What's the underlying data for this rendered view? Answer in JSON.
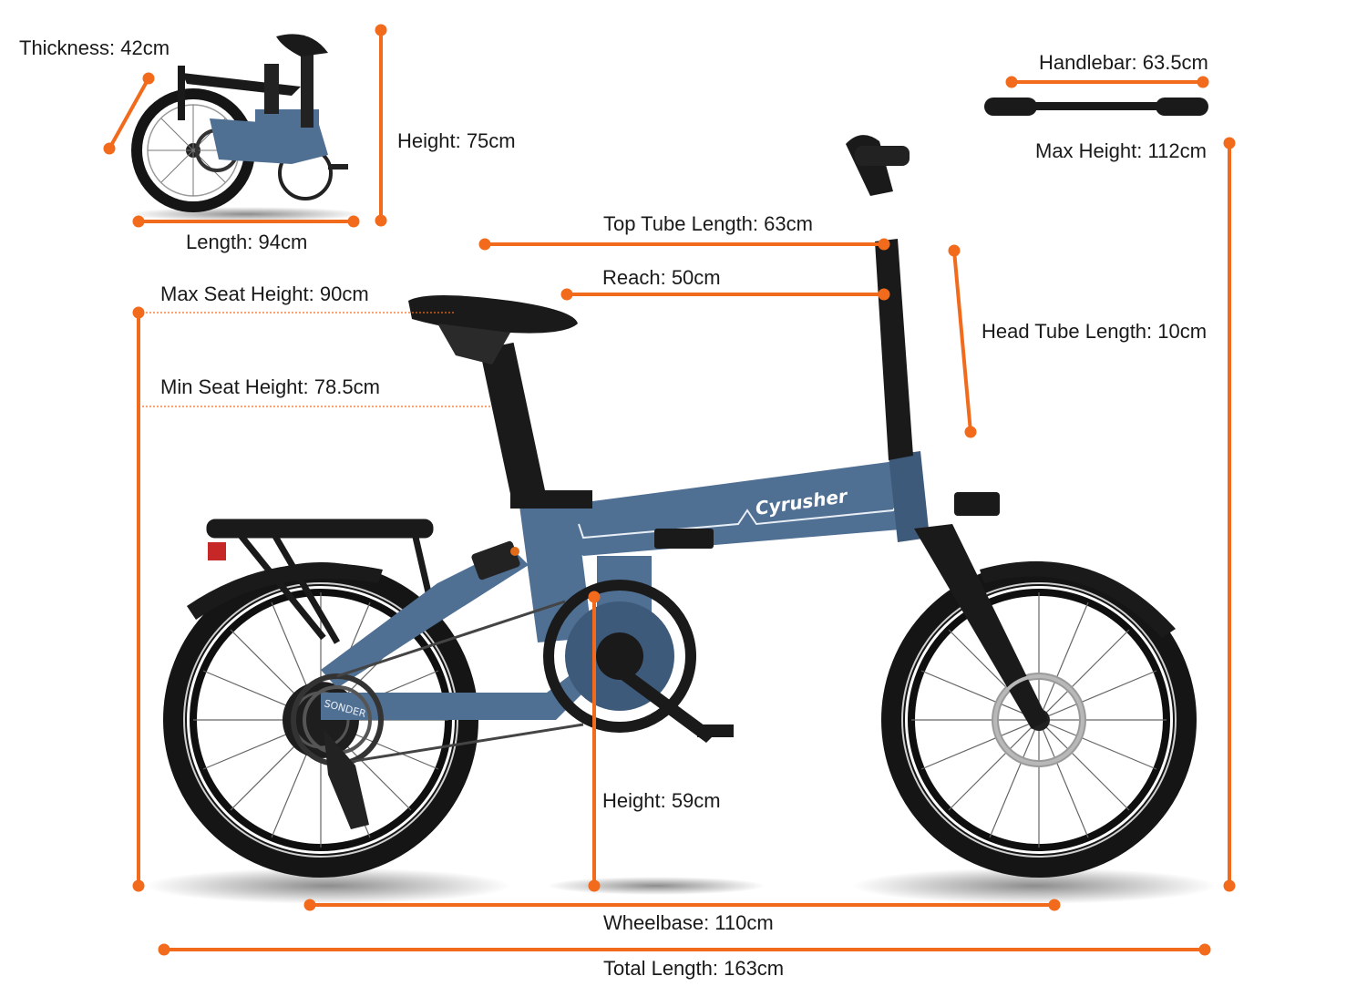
{
  "colors": {
    "accent": "#f26a1b",
    "frame": "#4f6f93",
    "frame_dark": "#3e5a7a",
    "tire": "#151515",
    "background": "#ffffff"
  },
  "dimensions": {
    "thickness": "Thickness: 42cm",
    "folded_height": "Height: 75cm",
    "folded_length": "Length: 94cm",
    "handlebar": "Handlebar: 63.5cm",
    "max_height": "Max Height: 112cm",
    "top_tube_length": "Top Tube Length: 63cm",
    "reach": "Reach: 50cm",
    "head_tube_length": "Head Tube Length: 10cm",
    "max_seat_height": "Max Seat Height: 90cm",
    "min_seat_height": "Min Seat Height: 78.5cm",
    "bb_height": "Height: 59cm",
    "wheelbase": "Wheelbase: 110cm",
    "total_length": "Total Length: 163cm"
  },
  "frame_brand": "Cyrusher",
  "chainstay_text": "SONDER",
  "icons": {
    "bike": "folding-ebike-side-view",
    "folded_bike": "folded-ebike-thumbnail",
    "handlebar": "handlebar-icon"
  }
}
